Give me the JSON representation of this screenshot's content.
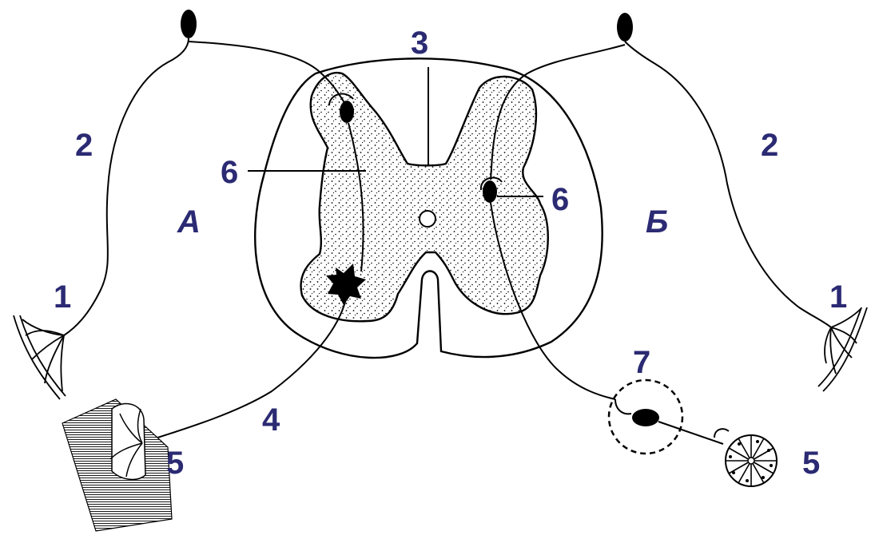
{
  "labels": {
    "num_1": "1",
    "num_2": "2",
    "num_3": "3",
    "num_4": "4",
    "num_5": "5",
    "num_6": "6",
    "num_7": "7",
    "side_a": "А",
    "side_b": "Б"
  },
  "colors": {
    "label": "#2b2a73",
    "line": "#000000",
    "fill": "#000000",
    "background": "#ffffff"
  }
}
